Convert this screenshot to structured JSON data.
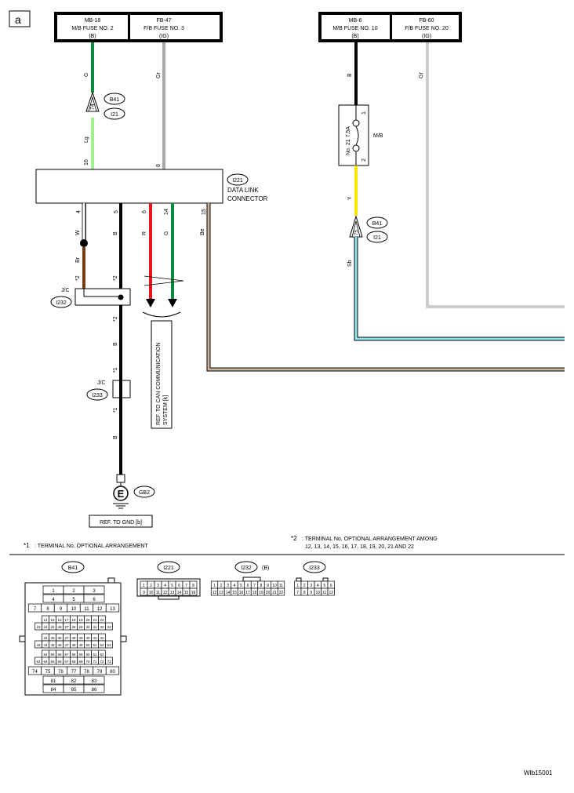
{
  "page_tag": "a",
  "fuses": {
    "f1": {
      "id": "MB-18",
      "name": "M/B FUSE NO. 2",
      "power": "(B)"
    },
    "f2": {
      "id": "FB-47",
      "name": "F/B FUSE NO. 3",
      "power": "(IG)"
    },
    "f3": {
      "id": "MB-6",
      "name": "M/B FUSE NO. 10",
      "power": "(B)"
    },
    "f4": {
      "id": "FB-60",
      "name": "F/B FUSE NO. 20",
      "power": "(IG)"
    }
  },
  "wires": {
    "g1": "G",
    "gr1": "Gr",
    "lg": "Lg",
    "w": "W",
    "br": "Br",
    "b5": "B",
    "r": "R",
    "g14": "G",
    "be": "Be",
    "b_mid1": "B",
    "b_mid2": "B",
    "b_top": "B",
    "y": "Y",
    "sb": "Sb",
    "gr2": "Gr"
  },
  "pins": {
    "dlc_16": "16",
    "dlc_8": "8",
    "dlc_4": "4",
    "dlc_5": "5",
    "dlc_6": "6",
    "dlc_14": "14",
    "dlc_15": "15",
    "b41_74": "74",
    "b41_75": "75",
    "mb_1": "1",
    "mb_2": "2"
  },
  "connectors": {
    "b41_a": "B41",
    "i21_a": "I21",
    "i221": "I221",
    "b41_b": "B41",
    "i21_b": "I21",
    "i232": "I232",
    "i233": "I233",
    "gb2": "GB2"
  },
  "labels": {
    "dlc_line1": "DATA LINK",
    "dlc_line2": "CONNECTOR",
    "jc1": "J/C",
    "jc2": "J/C",
    "mb": "M/B",
    "fuse_inner": "No. 21  7.5A",
    "star2": "*2",
    "star1": "*1",
    "ground_symbol": "E",
    "ref_gnd": "REF. TO GND [b]",
    "ref_can_1": "REF. TO CAN COMMUNICATION",
    "ref_can_2": "SYSTEM [k]"
  },
  "notes": {
    "n1_mark": "*1",
    "n1": ": TERMINAL No. OPTIONAL ARRANGEMENT",
    "n2_mark": "*2",
    "n2_line1": ": TERMINAL No. OPTIONAL ARRANGEMENT AMONG",
    "n2_line2": "12, 13, 14, 15, 16, 17, 18, 19, 20, 21 AND 22"
  },
  "conn_views": {
    "b41": {
      "label": "B41",
      "rows": [
        [
          "1",
          "2",
          "3"
        ],
        [
          "4",
          "5",
          "6"
        ],
        [
          "7",
          "8",
          "9",
          "10",
          "11",
          "12",
          "13"
        ],
        [
          "14",
          "15",
          "16",
          "17",
          "18",
          "19",
          "20",
          "21",
          "22"
        ],
        [
          "23",
          "24",
          "25",
          "26",
          "27",
          "28",
          "29",
          "30",
          "31",
          "32",
          "33"
        ],
        [
          "34",
          "35",
          "36",
          "37",
          "38",
          "39",
          "40",
          "41",
          "42"
        ],
        [
          "43",
          "44",
          "45",
          "46",
          "47",
          "48",
          "49",
          "50",
          "51",
          "52",
          "53"
        ],
        [
          "54",
          "55",
          "56",
          "57",
          "58",
          "59",
          "60",
          "61",
          "62"
        ],
        [
          "63",
          "64",
          "65",
          "66",
          "67",
          "68",
          "69",
          "70",
          "71",
          "72",
          "73"
        ],
        [
          "74",
          "75",
          "76",
          "77",
          "78",
          "79",
          "80"
        ],
        [
          "81",
          "82",
          "83"
        ],
        [
          "84",
          "85",
          "86"
        ]
      ]
    },
    "i221": {
      "label": "I221",
      "rows": [
        [
          "1",
          "2",
          "3",
          "4",
          "5",
          "6",
          "7",
          "8"
        ],
        [
          "9",
          "10",
          "11",
          "12",
          "13",
          "14",
          "15",
          "16"
        ]
      ]
    },
    "i232": {
      "label": "I232",
      "suffix": "(B)",
      "rows": [
        [
          "1",
          "2",
          "3",
          "4",
          "5",
          "6",
          "7",
          "8",
          "9",
          "10",
          "11"
        ],
        [
          "12",
          "13",
          "14",
          "15",
          "16",
          "17",
          "18",
          "19",
          "20",
          "21",
          "22"
        ]
      ]
    },
    "i233": {
      "label": "I233",
      "rows": [
        [
          "1",
          "2",
          "3",
          "4",
          "5",
          "6"
        ],
        [
          "7",
          "8",
          "9",
          "10",
          "11",
          "12"
        ]
      ]
    }
  },
  "figure_code": "WIb15001"
}
